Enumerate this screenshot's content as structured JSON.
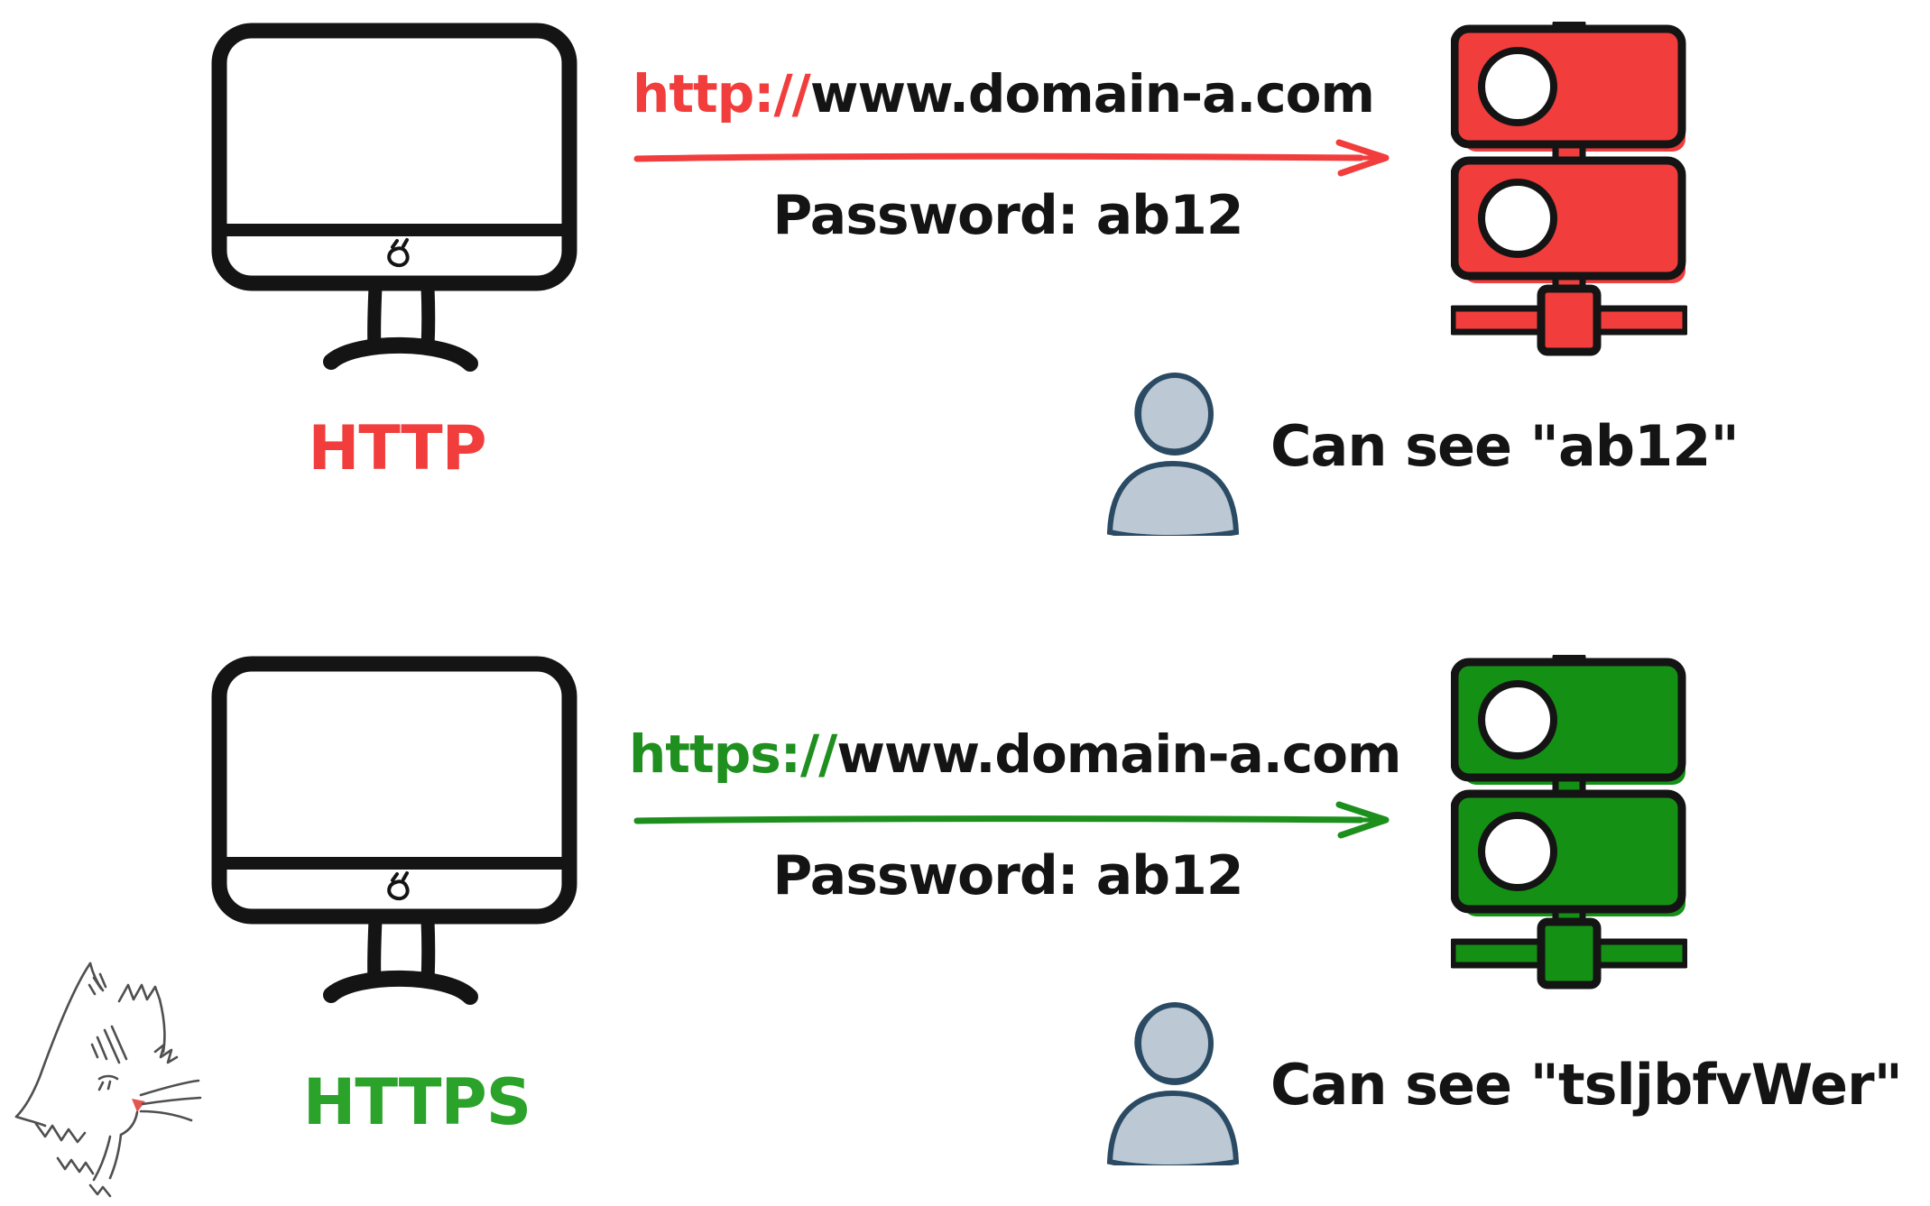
{
  "title": "HTTP vs HTTPS password visibility diagram",
  "colors": {
    "red": "#f23d3d",
    "green-fill": "#149114",
    "green-text": "#1f8f1f",
    "green-arrow": "#1d8f1d",
    "green-label": "#2ba32b",
    "ink": "#141414",
    "person-fill": "#bcc9d5",
    "person-stroke": "#2b4a63",
    "sketch": "#4f4f4f",
    "nose": "#e25550"
  },
  "icons": {
    "client": "desktop-computer-icon",
    "destination": "server-rack-icon",
    "observer": "eavesdropper-person-icon",
    "decoration": "cat-sketch"
  },
  "rows": [
    {
      "protocol_label": "HTTP",
      "url_scheme": "http://",
      "url_rest": "www.domain-a.com",
      "request_note": "Password: ab12",
      "observer_note": "Can see \"ab12\""
    },
    {
      "protocol_label": "HTTPS",
      "url_scheme": "https://",
      "url_rest": "www.domain-a.com",
      "request_note": "Password: ab12",
      "observer_note": "Can see \"tsljbfvWer\""
    }
  ]
}
